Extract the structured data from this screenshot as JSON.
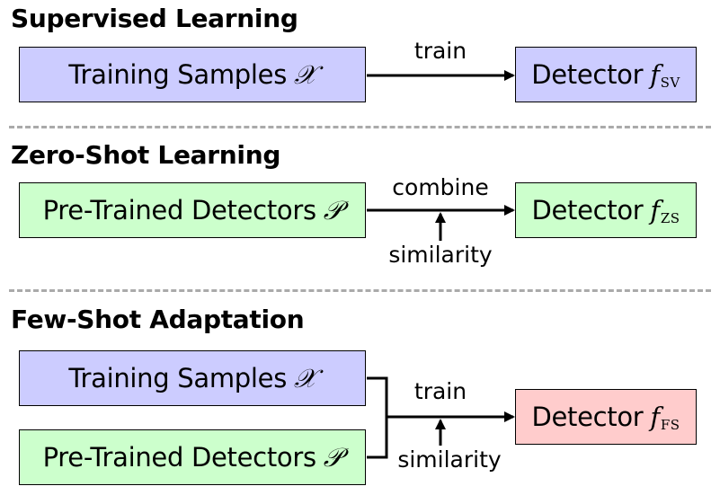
{
  "sections": [
    {
      "heading": "Supervised Learning",
      "input_box": {
        "text": "Training Samples",
        "symbol": "𝒳"
      },
      "arrow_label": "train",
      "output_box": {
        "text": "Detector",
        "symbol": "f",
        "subscript": "SV"
      }
    },
    {
      "heading": "Zero-Shot Learning",
      "input_box": {
        "text": "Pre-Trained Detectors",
        "symbol": "𝒫"
      },
      "arrow_label": "combine",
      "side_label": "similarity",
      "output_box": {
        "text": "Detector",
        "symbol": "f",
        "subscript": "ZS"
      }
    },
    {
      "heading": "Few-Shot Adaptation",
      "input_box_top": {
        "text": "Training Samples",
        "symbol": "𝒳"
      },
      "input_box_bottom": {
        "text": "Pre-Trained Detectors",
        "symbol": "𝒫"
      },
      "arrow_label": "train",
      "side_label": "similarity",
      "output_box": {
        "text": "Detector",
        "symbol": "f",
        "subscript": "FS"
      }
    }
  ],
  "colors": {
    "training_box": "#ccccff",
    "pretrained_box": "#ccffcc",
    "fewshot_output_box": "#ffcccc",
    "separator": "#aaaaaa"
  }
}
